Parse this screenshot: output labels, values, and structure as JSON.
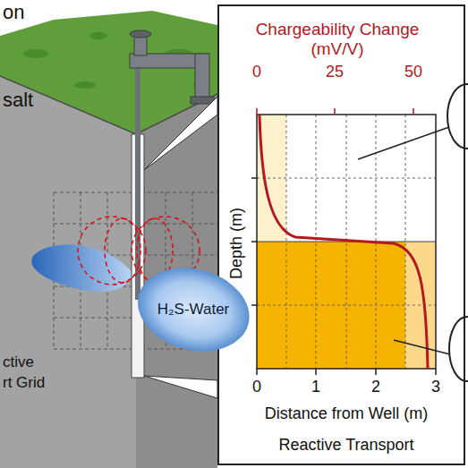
{
  "diagram": {
    "nodes": [
      {
        "text": [
          "Chargeability Change (mV/V)",
          "Depth (m)",
          "Distance from Well (m)",
          "Reactive Transport"
        ]
      },
      {
        "text": [
          "H₂S-Water"
        ]
      }
    ],
    "labels": [
      "on",
      "salt",
      "ctive",
      "rt Grid",
      "0",
      "25",
      "50",
      "0",
      "1",
      "2",
      "3"
    ]
  }
}
